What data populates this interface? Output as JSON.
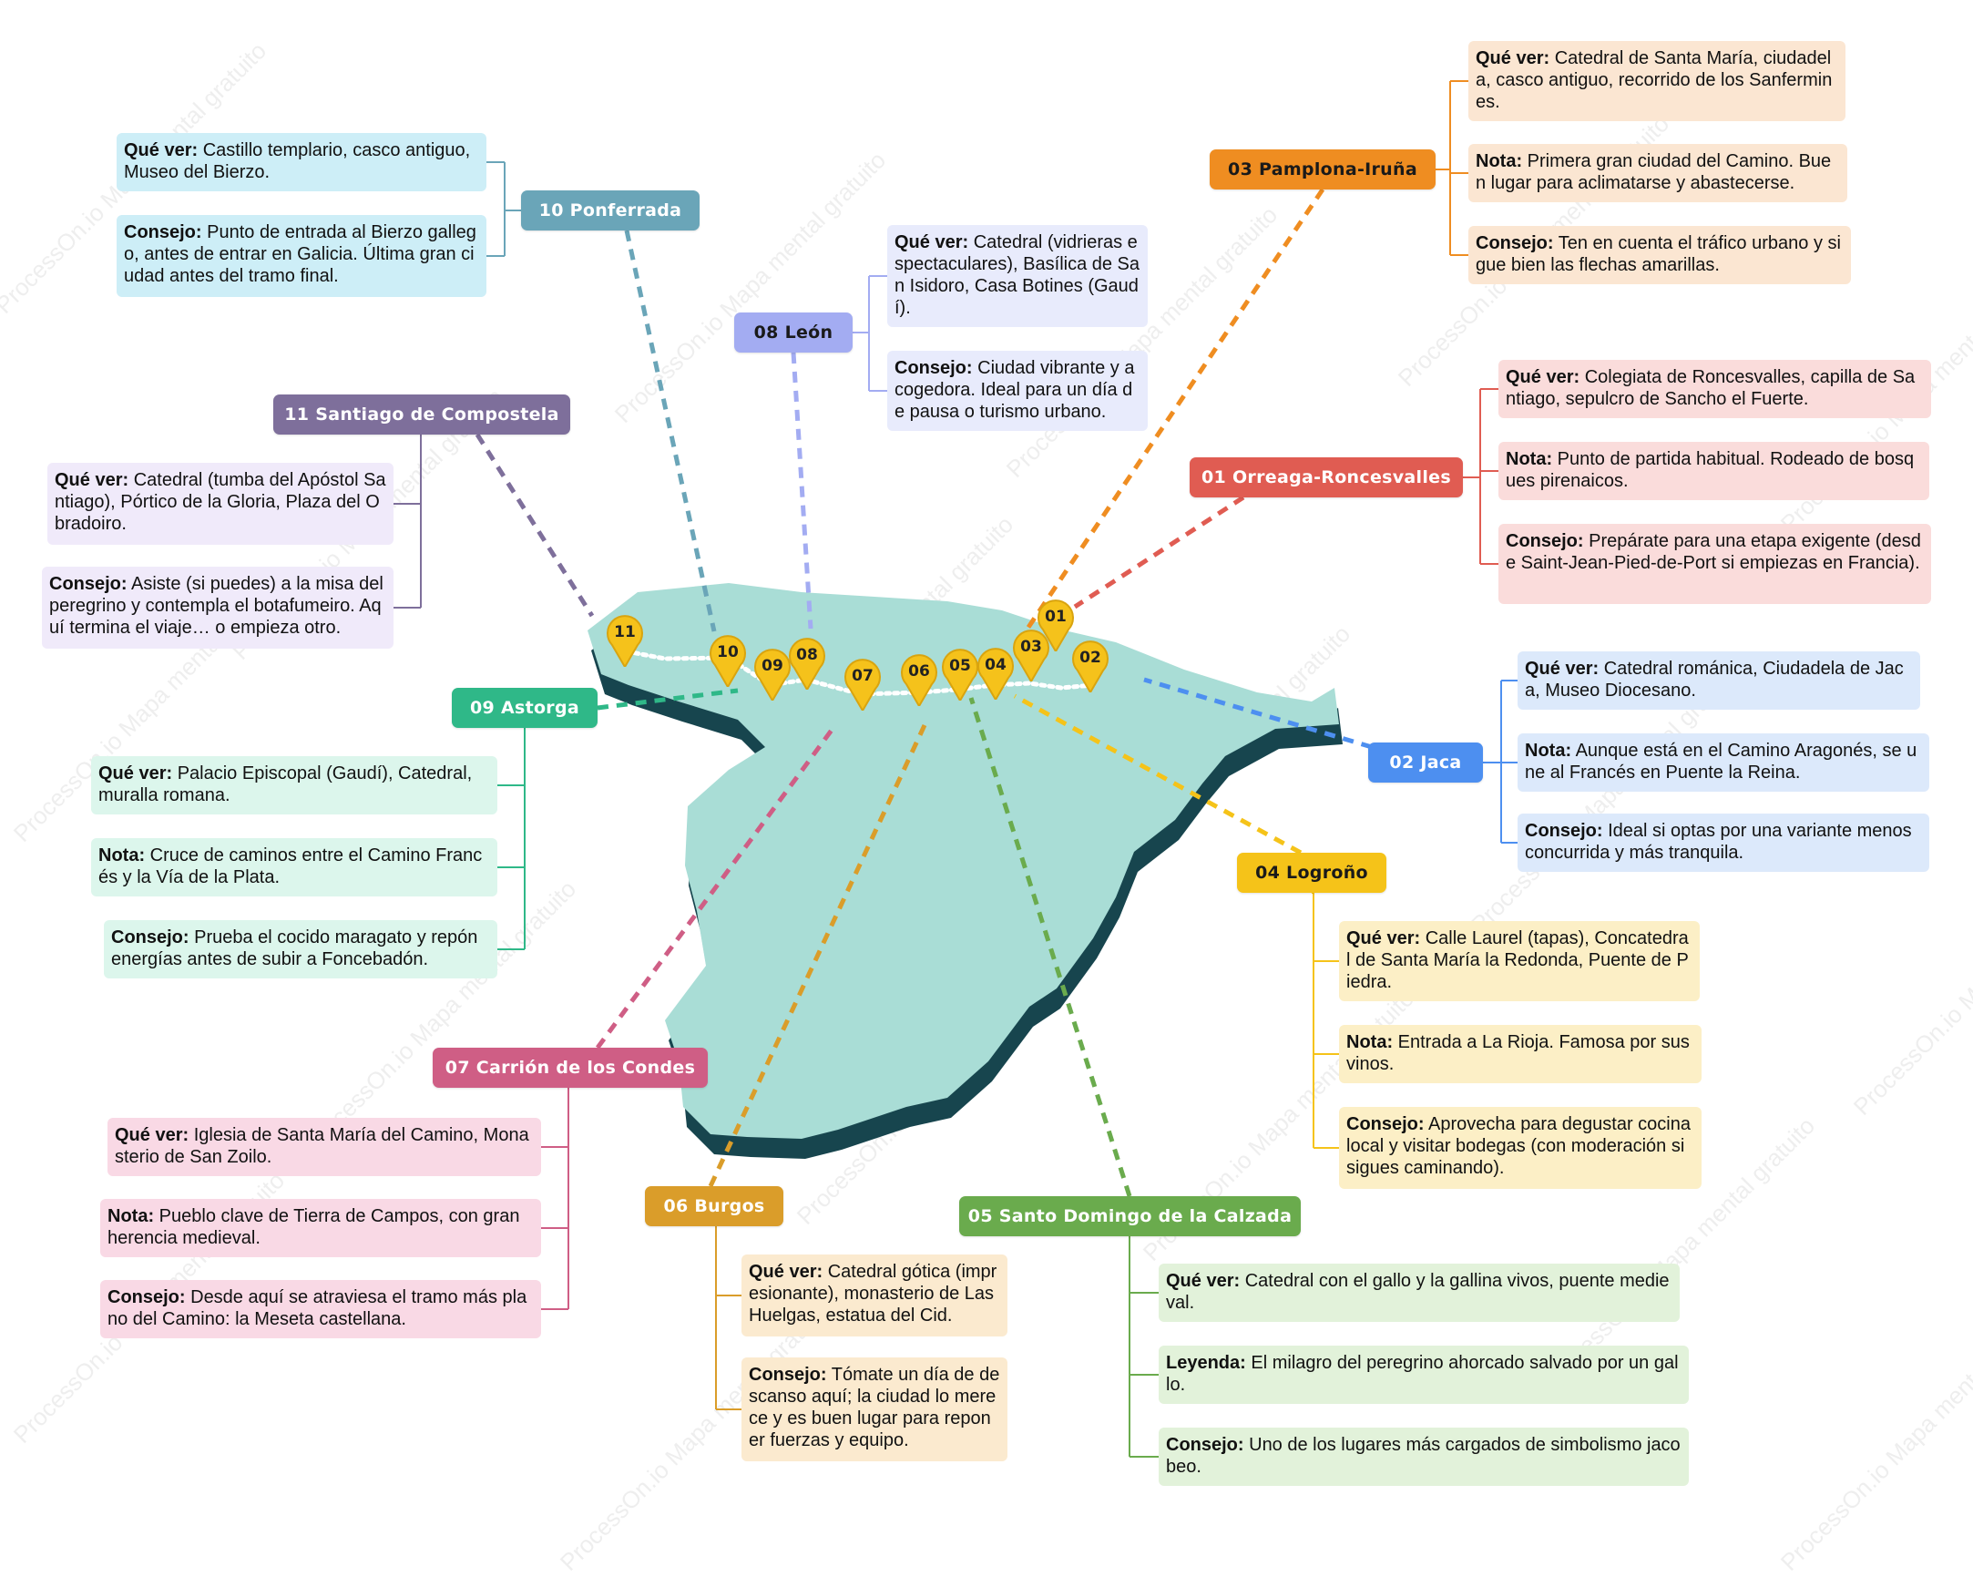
{
  "watermark": "ProcessOn.io Mapa mental gratuito",
  "colors": {
    "map_fill": "#a9ddd6",
    "map_shadow": "#17454e",
    "route": "#ffffff",
    "pin": "#f5c21b"
  },
  "stages": [
    {
      "key": "s01",
      "label": "01 Orreaga-Roncesvalles",
      "pin": "01",
      "color": "#e05c52",
      "note_bg": "#fadcdb",
      "text_dark": false,
      "notes": [
        {
          "key": "Qué ver:",
          "text": " Colegiata de Roncesvalles, capilla de Santiago, sepulcro de Sancho el Fuerte."
        },
        {
          "key": "Nota:",
          "text": " Punto de partida habitual. Rodeado de bosques pirenaicos."
        },
        {
          "key": "Consejo:",
          "text": " Prepárate para una etapa exigente (desde Saint-Jean-Pied-de-Port si empiezas en Francia)."
        }
      ]
    },
    {
      "key": "s02",
      "label": "02 Jaca",
      "pin": "02",
      "color": "#4d8ff0",
      "note_bg": "#dce9fb",
      "text_dark": false,
      "notes": [
        {
          "key": "Qué ver:",
          "text": " Catedral románica, Ciudadela de Jaca, Museo Diocesano."
        },
        {
          "key": "Nota:",
          "text": " Aunque está en el Camino Aragonés, se une al Francés en Puente la Reina."
        },
        {
          "key": "Consejo:",
          "text": " Ideal si optas por una variante menos concurrida y más tranquila."
        }
      ]
    },
    {
      "key": "s03",
      "label": "03 Pamplona-Iruña",
      "pin": "03",
      "color": "#ef8d21",
      "note_bg": "#fbe6d2",
      "text_dark": true,
      "notes": [
        {
          "key": "Qué ver:",
          "text": " Catedral de Santa María, ciudadela, casco antiguo, recorrido de los Sanfermines."
        },
        {
          "key": "Nota:",
          "text": " Primera gran ciudad del Camino. Buen lugar para aclimatarse y abastecerse."
        },
        {
          "key": "Consejo:",
          "text": " Ten en cuenta el tráfico urbano y sigue bien las flechas amarillas."
        }
      ]
    },
    {
      "key": "s04",
      "label": "04 Logroño",
      "pin": "04",
      "color": "#f5c319",
      "note_bg": "#fcefc6",
      "text_dark": true,
      "notes": [
        {
          "key": "Qué ver:",
          "text": " Calle Laurel (tapas), Concatedral de Santa María la Redonda, Puente de Piedra."
        },
        {
          "key": "Nota:",
          "text": " Entrada a La Rioja. Famosa por sus vinos."
        },
        {
          "key": "Consejo:",
          "text": " Aprovecha para degustar cocina local y visitar bodegas (con moderación si sigues caminando)."
        }
      ]
    },
    {
      "key": "s05",
      "label": "05 Santo Domingo de la Calzada",
      "pin": "05",
      "color": "#6aab4d",
      "note_bg": "#e2f2da",
      "text_dark": false,
      "notes": [
        {
          "key": "Qué ver:",
          "text": " Catedral con el gallo y la gallina vivos, puente medieval."
        },
        {
          "key": "Leyenda:",
          "text": " El milagro del peregrino ahorcado salvado por un gallo."
        },
        {
          "key": "Consejo:",
          "text": " Uno de los lugares más cargados de simbolismo jacobeo."
        }
      ]
    },
    {
      "key": "s06",
      "label": "06 Burgos",
      "pin": "06",
      "color": "#da9d2a",
      "note_bg": "#fbeacf",
      "text_dark": false,
      "notes": [
        {
          "key": "Qué ver:",
          "text": " Catedral gótica (impresionante), monasterio de Las Huelgas, estatua del Cid."
        },
        {
          "key": "Consejo:",
          "text": " Tómate un día de descanso aquí; la ciudad lo merece y es buen lugar para reponer fuerzas y equipo."
        }
      ]
    },
    {
      "key": "s07",
      "label": "07 Carrión de los Condes",
      "pin": "07",
      "color": "#cf5e85",
      "note_bg": "#f9d9e5",
      "text_dark": false,
      "notes": [
        {
          "key": "Qué ver:",
          "text": " Iglesia de Santa María del Camino, Monasterio de San Zoilo."
        },
        {
          "key": "Nota:",
          "text": " Pueblo clave de Tierra de Campos, con gran herencia medieval."
        },
        {
          "key": "Consejo:",
          "text": " Desde aquí se atraviesa el tramo más plano del Camino: la Meseta castellana."
        }
      ]
    },
    {
      "key": "s08",
      "label": "08 León",
      "pin": "08",
      "color": "#a3acf2",
      "note_bg": "#e8ebfc",
      "text_dark": true,
      "notes": [
        {
          "key": "Qué ver:",
          "text": " Catedral (vidrieras espectaculares), Basílica de San Isidoro, Casa Botines (Gaudí)."
        },
        {
          "key": "Consejo:",
          "text": " Ciudad vibrante y acogedora. Ideal para un día de pausa o turismo urbano."
        }
      ]
    },
    {
      "key": "s09",
      "label": "09 Astorga",
      "pin": "09",
      "color": "#2fb888",
      "note_bg": "#dcf6ec",
      "text_dark": false,
      "notes": [
        {
          "key": "Qué ver:",
          "text": " Palacio Episcopal (Gaudí), Catedral, muralla romana."
        },
        {
          "key": "Nota:",
          "text": " Cruce de caminos entre el Camino Francés y la Vía de la Plata."
        },
        {
          "key": "Consejo:",
          "text": " Prueba el cocido maragato y repón energías antes de subir a Foncebadón."
        }
      ]
    },
    {
      "key": "s10",
      "label": "10 Ponferrada",
      "pin": "10",
      "color": "#6aa5b8",
      "note_bg": "#cdeef7",
      "text_dark": false,
      "notes": [
        {
          "key": "Qué ver:",
          "text": " Castillo templario, casco antiguo, Museo del Bierzo."
        },
        {
          "key": "Consejo:",
          "text": " Punto de entrada al Bierzo gallego, antes de entrar en Galicia. Última gran ciudad antes del tramo final."
        }
      ]
    },
    {
      "key": "s11",
      "label": "11 Santiago de Compostela",
      "pin": "11",
      "color": "#7e6f9b",
      "note_bg": "#f0eafa",
      "text_dark": false,
      "notes": [
        {
          "key": "Qué ver:",
          "text": " Catedral (tumba del Apóstol Santiago), Pórtico de la Gloria, Plaza del Obradoiro."
        },
        {
          "key": "Consejo:",
          "text": " Asiste (si puedes) a la misa del peregrino y contempla el botafumeiro. Aquí termina el viaje… o empieza otro."
        }
      ]
    }
  ]
}
